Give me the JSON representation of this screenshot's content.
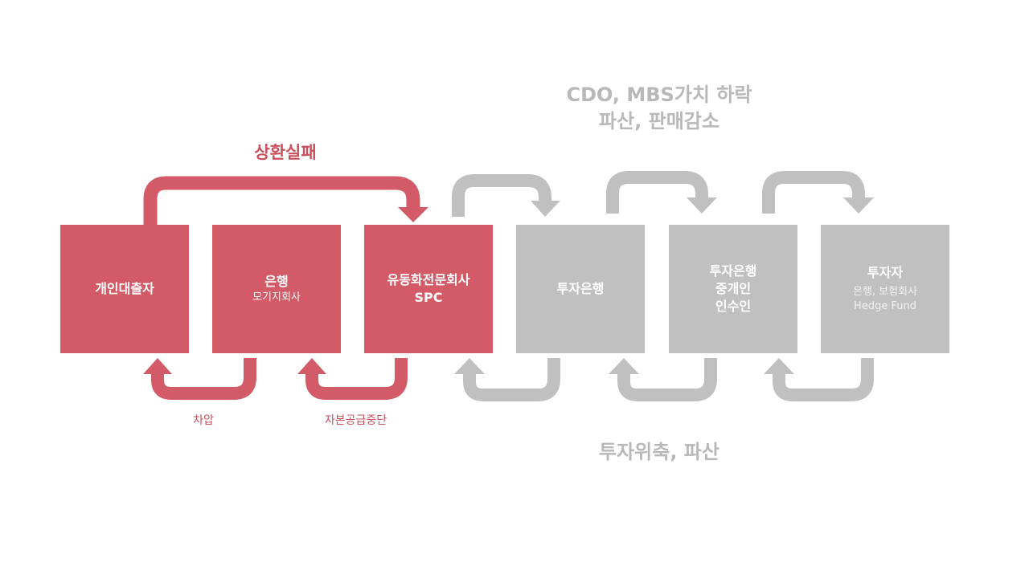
{
  "boxes": [
    {
      "id": "borrower",
      "title": "개인대출자",
      "sub": "",
      "color": "red"
    },
    {
      "id": "bank",
      "title": "은행",
      "sub": "모기지회사",
      "color": "red"
    },
    {
      "id": "spc",
      "title": "유동화전문회사",
      "sub": "SPC",
      "color": "red"
    },
    {
      "id": "ib",
      "title": "투자은행",
      "sub": "",
      "color": "gray"
    },
    {
      "id": "broker",
      "title": "투자은행",
      "sub": "중개인\n인수인",
      "color": "gray"
    },
    {
      "id": "investor",
      "title": "투자자",
      "sub": "은행, 보험회사\nHedge Fund",
      "color": "gray"
    }
  ],
  "labels": {
    "repay_fail": "상환실패",
    "top_gray_1": "CDO, MBS가치 하락",
    "top_gray_2": "파산, 판매감소",
    "borrow": "차압",
    "funding_stop": "자본공급중단",
    "bottom_gray": "투자위축, 파산"
  },
  "colors": {
    "red": "#d35b68",
    "gray": "#c0c0c0",
    "red_text": "#c94f5d",
    "gray_text": "#b8b8b8"
  }
}
